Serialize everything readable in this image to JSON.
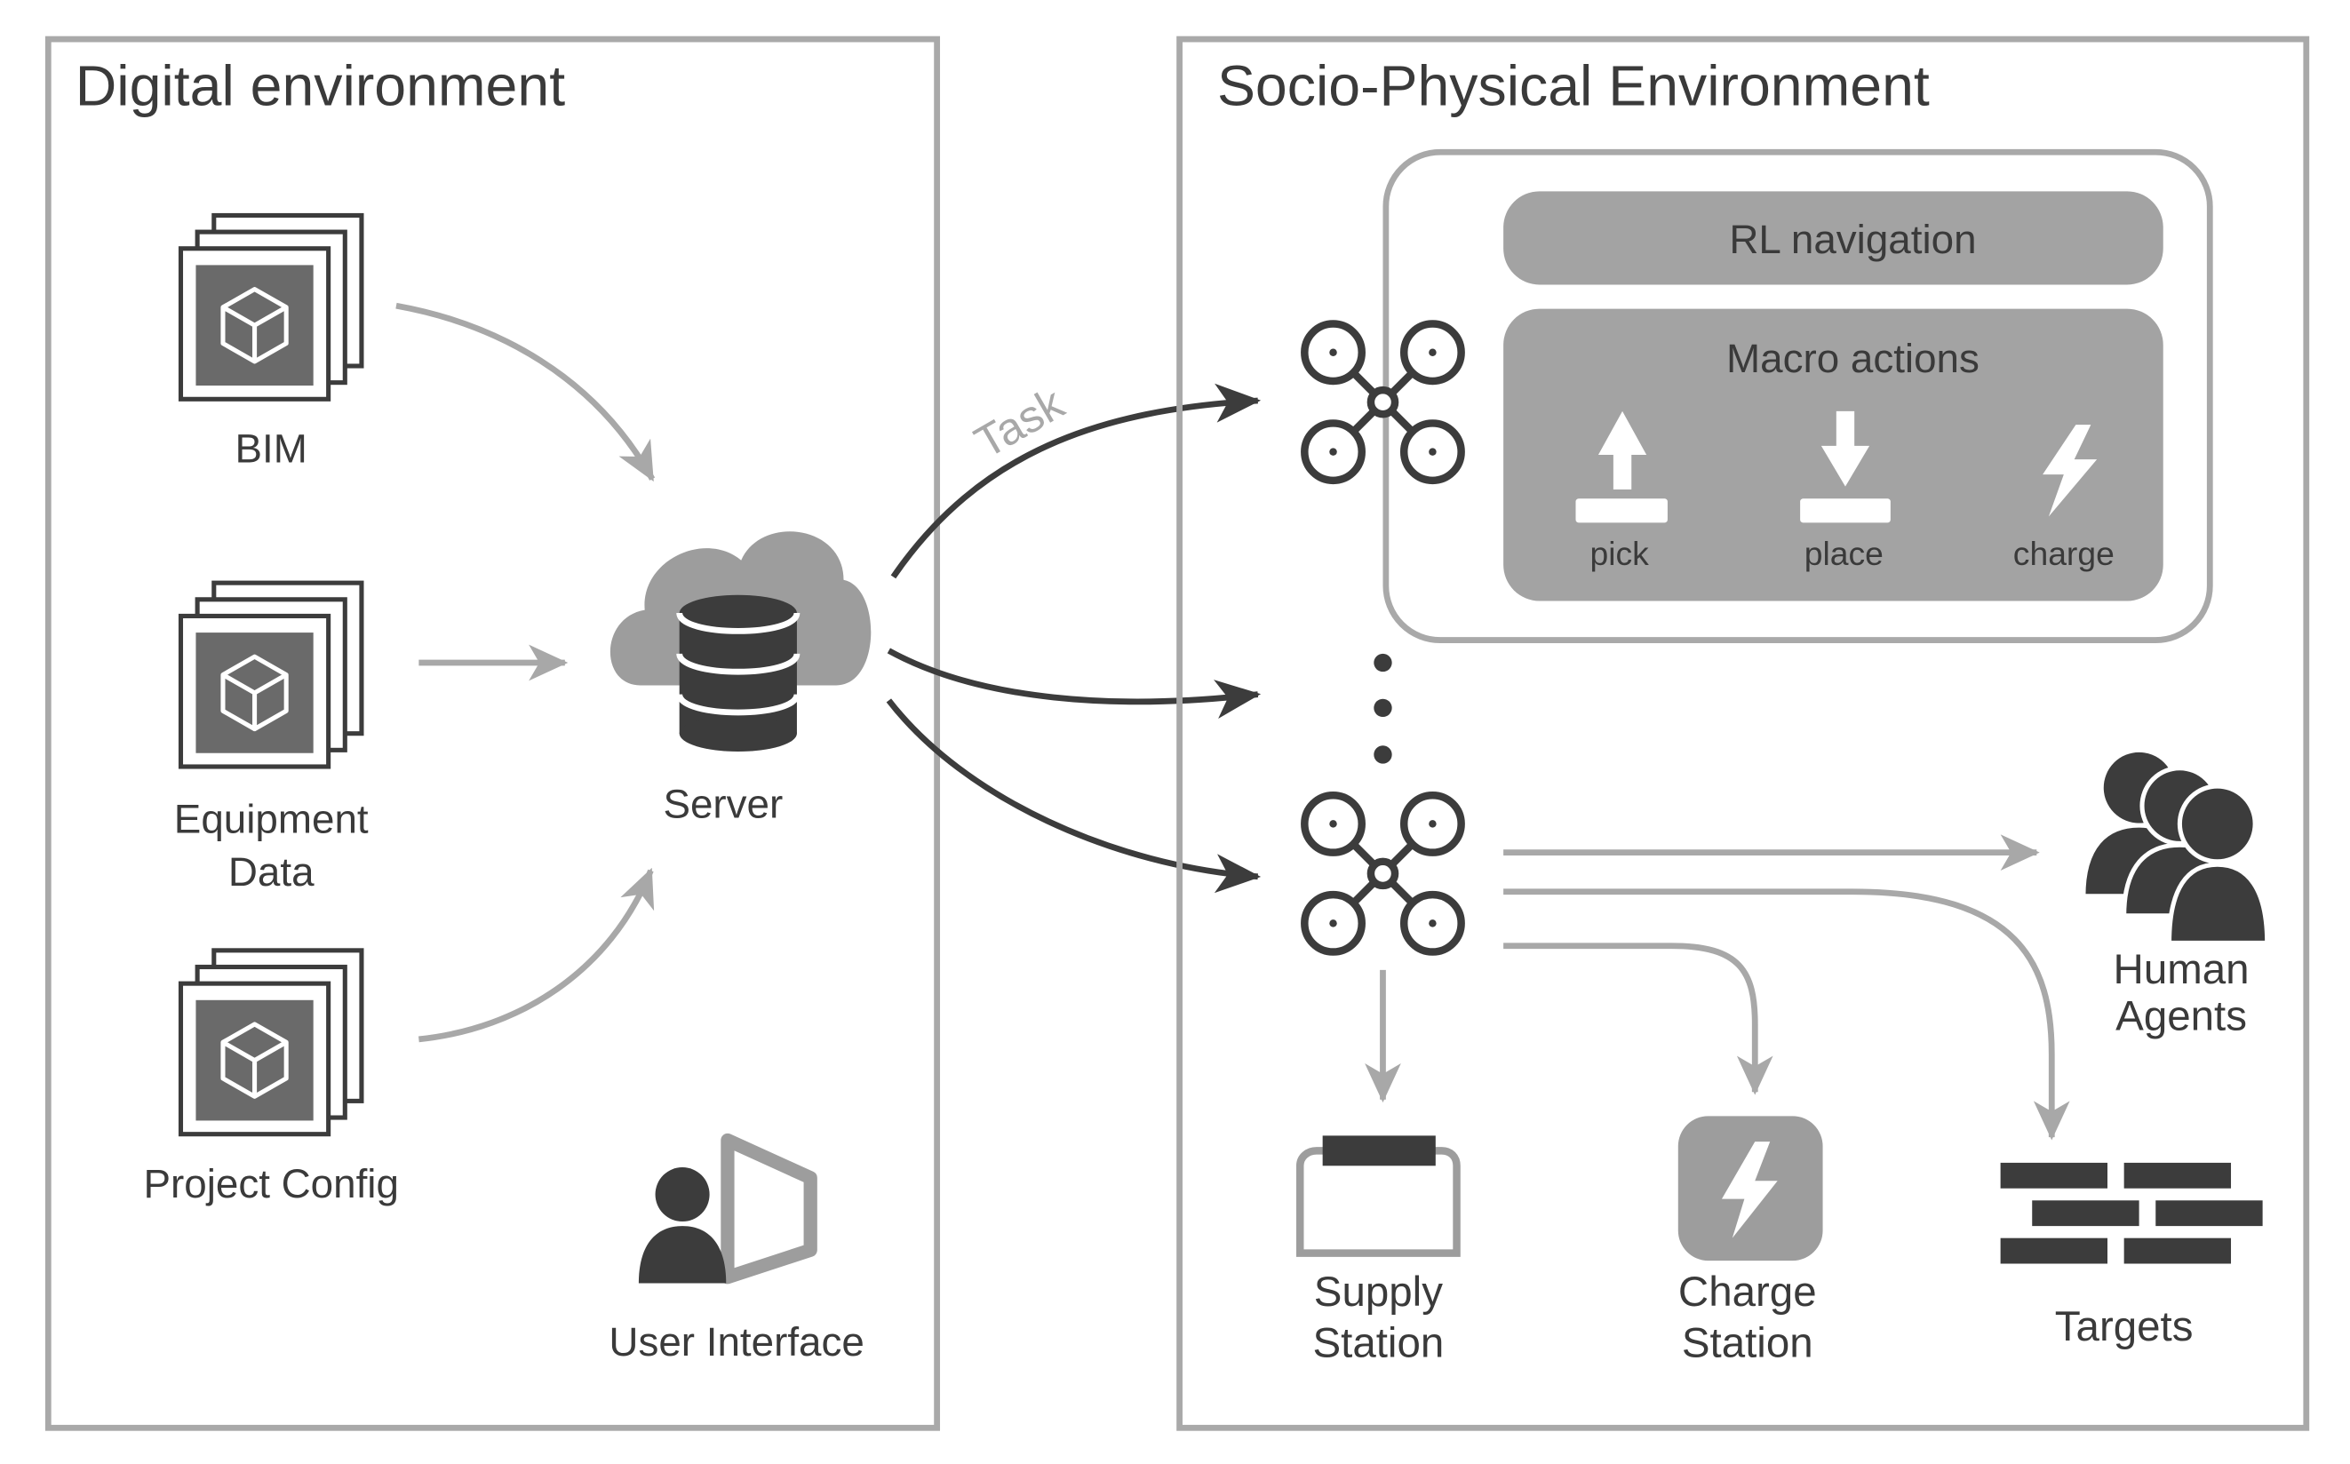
{
  "digital": {
    "title": "Digital environment",
    "bim_label": "BIM",
    "equipment_label_1": "Equipment",
    "equipment_label_2": "Data",
    "config_label": "Project Config",
    "server_label": "Server",
    "ui_label": "User Interface"
  },
  "task_label": "Task",
  "physical": {
    "title": "Socio-Physical Environment",
    "rl_label": "RL navigation",
    "macro_title": "Macro actions",
    "macro_actions": [
      "pick",
      "place",
      "charge"
    ],
    "human_label_1": "Human",
    "human_label_2": "Agents",
    "supply_label_1": "Supply",
    "supply_label_2": "Station",
    "charge_label_1": "Charge",
    "charge_label_2": "Station",
    "targets_label": "Targets"
  },
  "colors": {
    "frame": "#a9a9a9",
    "dark": "#3c3c3c",
    "mid": "#9d9d9d",
    "light_arrow": "#a8a8a8",
    "panel": "#a3a3a3",
    "box_fill": "#6a6a6a"
  }
}
